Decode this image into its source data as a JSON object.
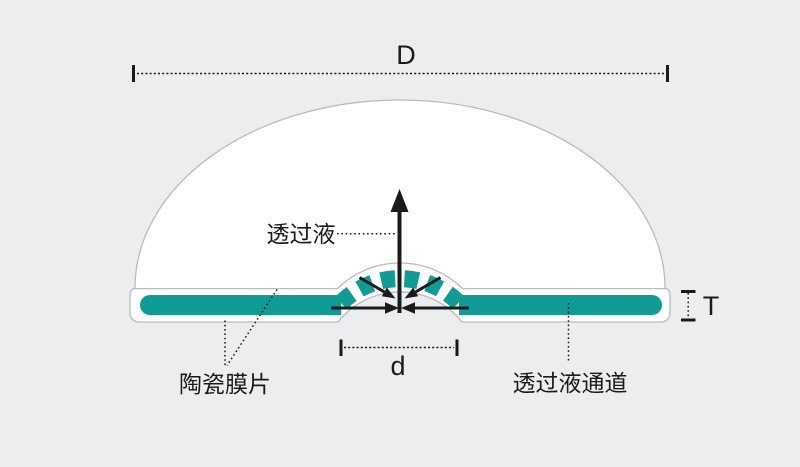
{
  "labels": {
    "permeate": "透过液",
    "ceramic_membrane": "陶瓷膜片",
    "permeate_channel": "透过液通道"
  },
  "dimensions": {
    "outer_diameter": "D",
    "hole_diameter": "d",
    "thickness": "T"
  },
  "colors": {
    "background": "#ECEDEF",
    "body": "#FFFFFF",
    "outline": "#B9BBBD",
    "channel": "#109B94",
    "ink": "#1A1A1A"
  }
}
